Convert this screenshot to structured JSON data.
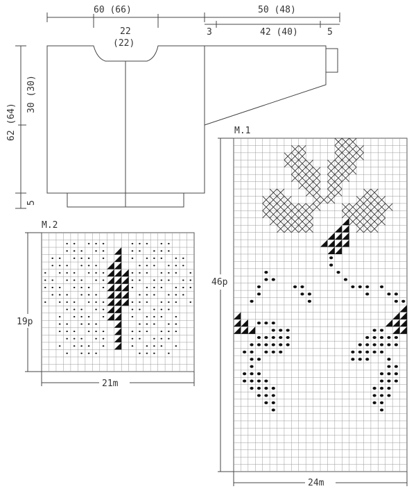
{
  "schematic": {
    "dims": {
      "body_width": "60 (66)",
      "sleeve_length": "50 (48)",
      "neck_width": "22",
      "neck_width_alt": "(22)",
      "sleeve_edge_left": "3",
      "sleeve_top": "42 (40)",
      "sleeve_edge_right": "5",
      "armhole_depth": "30 (30)",
      "total_length": "62 (64)",
      "rib_height": "5"
    }
  },
  "chart_m1": {
    "title": "M.1",
    "rows_label": "46p",
    "cols_label": "24m",
    "columns": 24,
    "rows": 46
  },
  "chart_m2": {
    "title": "M.2",
    "rows_label": "19p",
    "cols_label": "21m",
    "columns": 21,
    "rows": 19
  }
}
